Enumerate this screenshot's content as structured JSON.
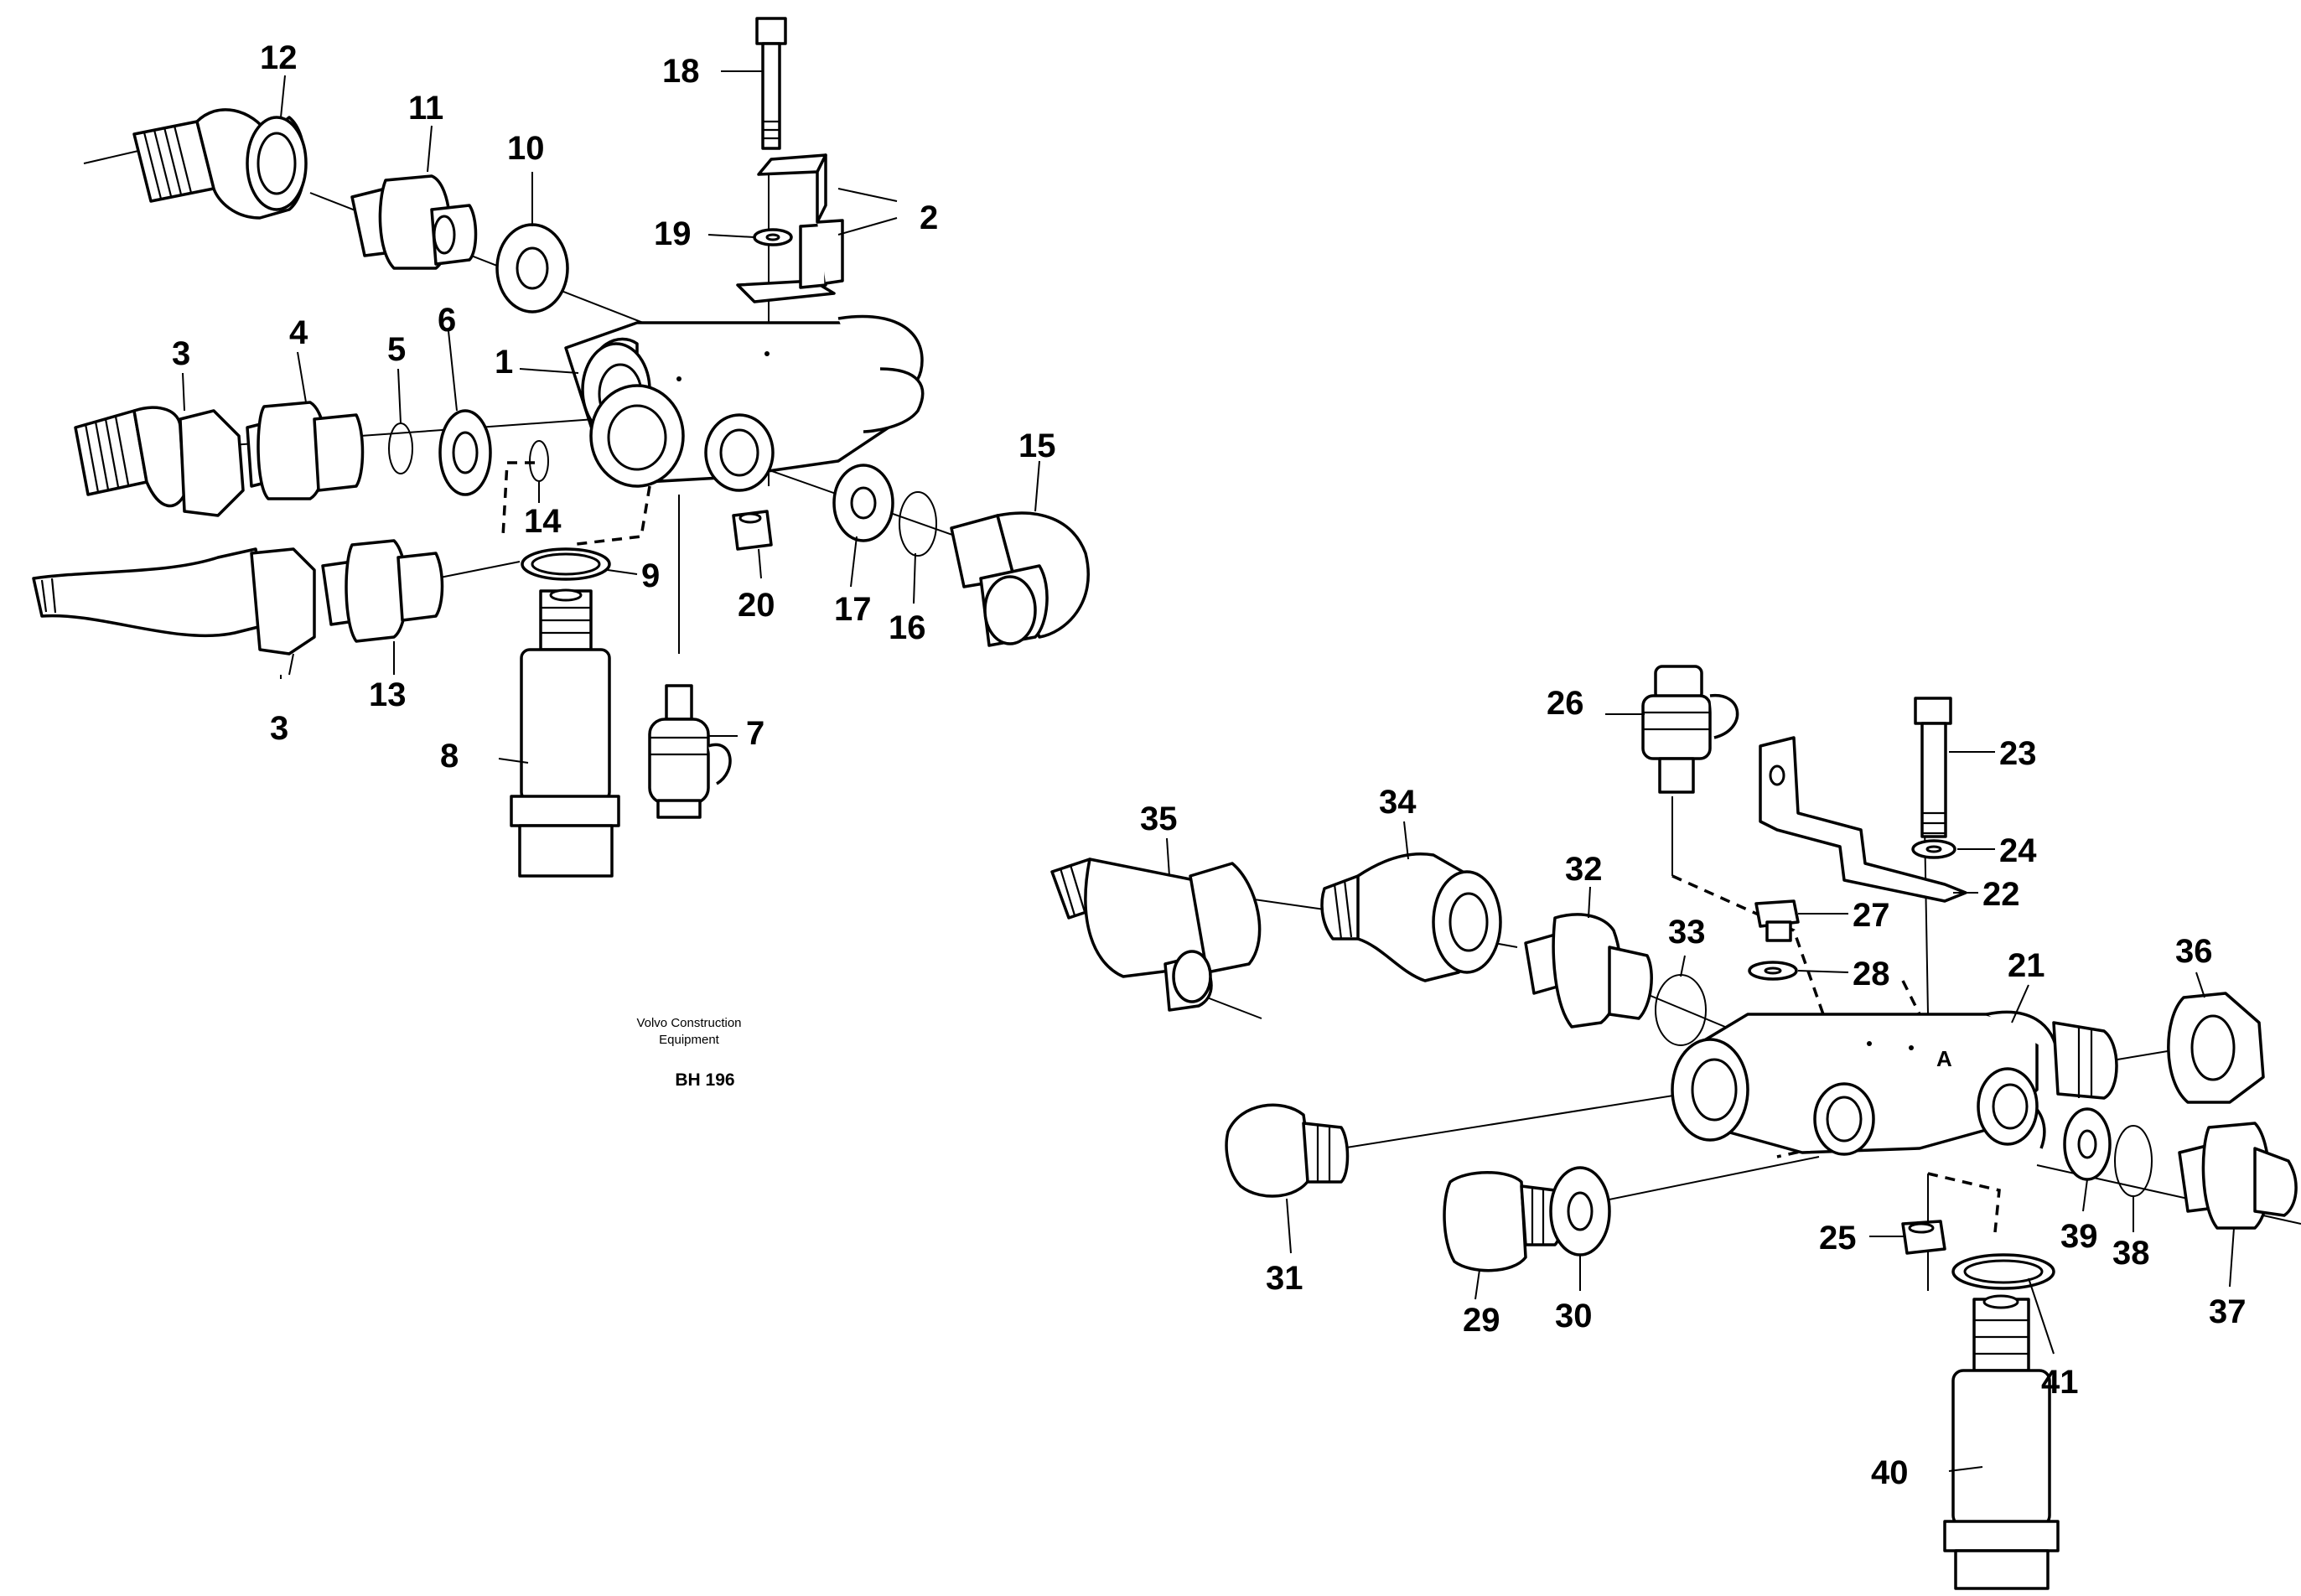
{
  "caption": {
    "line1": "Volvo Construction",
    "line2": "Equipment",
    "code": "BH 196"
  },
  "assembly_a": {
    "callouts": {
      "n1": "1",
      "n2": "2",
      "n3a": "3",
      "n3b": "3",
      "n4": "4",
      "n5": "5",
      "n6": "6",
      "n7": "7",
      "n8": "8",
      "n9": "9",
      "n10": "10",
      "n11": "11",
      "n12": "12",
      "n13": "13",
      "n14": "14",
      "n15": "15",
      "n16": "16",
      "n17": "17",
      "n18": "18",
      "n19": "19",
      "n20": "20"
    }
  },
  "assembly_b": {
    "callouts": {
      "n21": "21",
      "n22": "22",
      "n23": "23",
      "n24": "24",
      "n25": "25",
      "n26": "26",
      "n27": "27",
      "n28": "28",
      "n29": "29",
      "n30": "30",
      "n31": "31",
      "n32": "32",
      "n33": "33",
      "n34": "34",
      "n35": "35",
      "n36": "36",
      "n37": "37",
      "n38": "38",
      "n39": "39",
      "n40": "40",
      "n41": "41",
      "port_a": "A"
    }
  }
}
